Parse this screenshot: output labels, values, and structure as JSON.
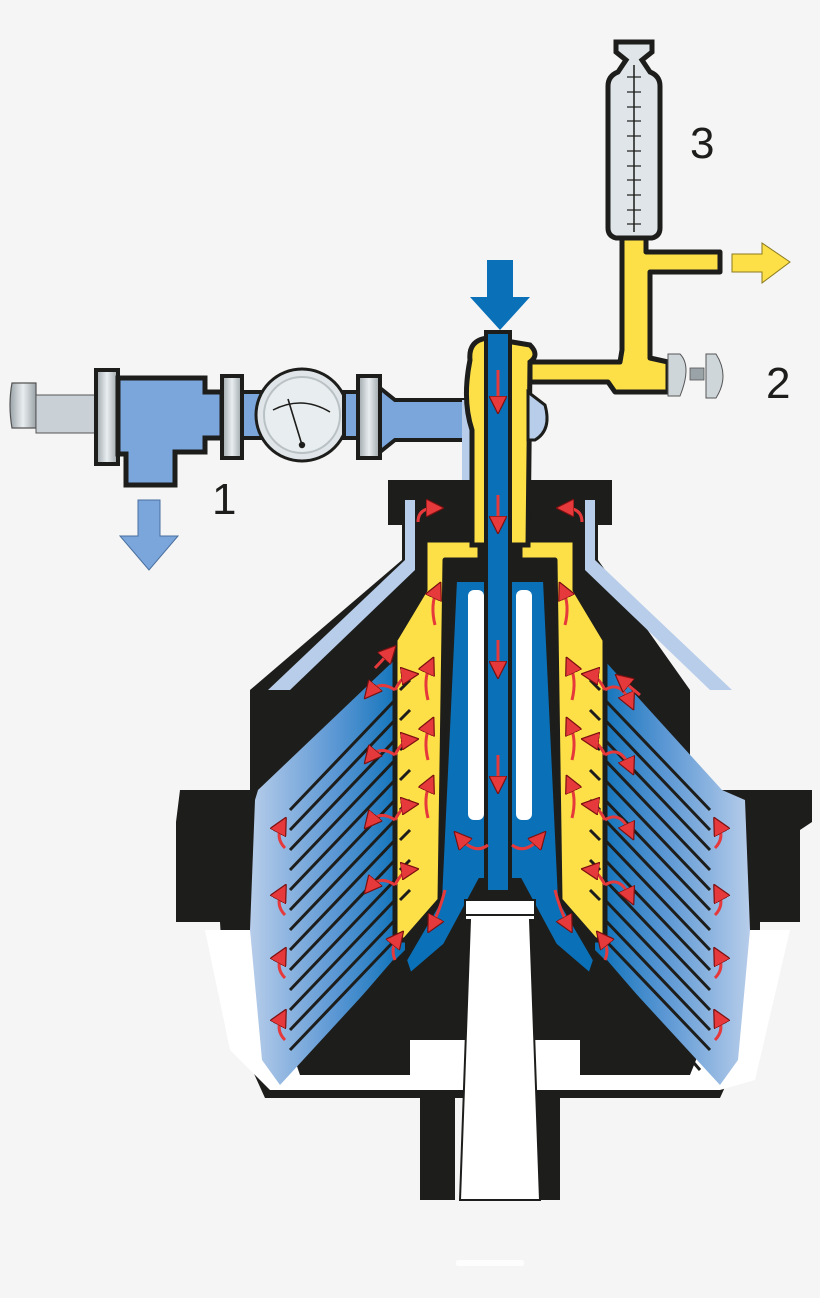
{
  "diagram": {
    "type": "disc-stack centrifugal separator cross-section",
    "labels": [
      {
        "id": "1",
        "text": "1",
        "target": "heavy-phase outlet with pressure gauge and valve"
      },
      {
        "id": "2",
        "text": "2",
        "target": "light-phase outlet throttle valve"
      },
      {
        "id": "3",
        "text": "3",
        "target": "graduated sight glass on light-phase outlet"
      }
    ],
    "flows": [
      {
        "name": "feed-inlet",
        "direction": "down",
        "color": "#0a70b8"
      },
      {
        "name": "heavy-phase-outlet",
        "direction": "down",
        "color": "#7aa6dc"
      },
      {
        "name": "light-phase-outlet",
        "direction": "right",
        "color": "#fde047"
      }
    ],
    "colors": {
      "feed": "#0a70b8",
      "heavy_phase": "#7aa6dc",
      "heavy_phase_light": "#b7cdea",
      "light_phase": "#fde047",
      "casing": "#1d1d1b",
      "flow_arrows": "#e6393b",
      "metal": "#cfd6da",
      "background": "#f5f5f5"
    }
  }
}
